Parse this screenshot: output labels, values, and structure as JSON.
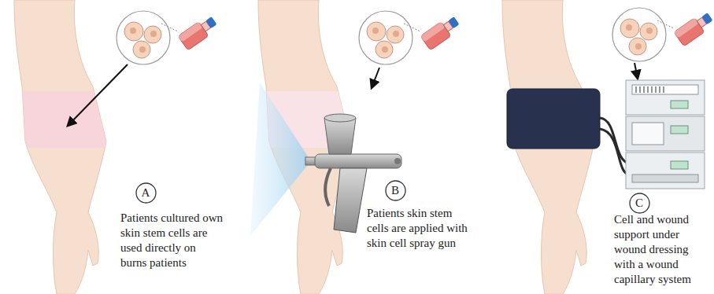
{
  "diagram": {
    "nodes": [
      {
        "text": [
          "A"
        ]
      },
      {
        "text": [
          "B"
        ]
      },
      {
        "text": [
          "C"
        ]
      }
    ],
    "labels": [
      "Patients cultured own skin stem cells are used directly on burns patients",
      "Patients skin stem cells are applied with skin cell spray gun",
      "Cell and wound support under wound dressing with a wound capillary system"
    ]
  }
}
